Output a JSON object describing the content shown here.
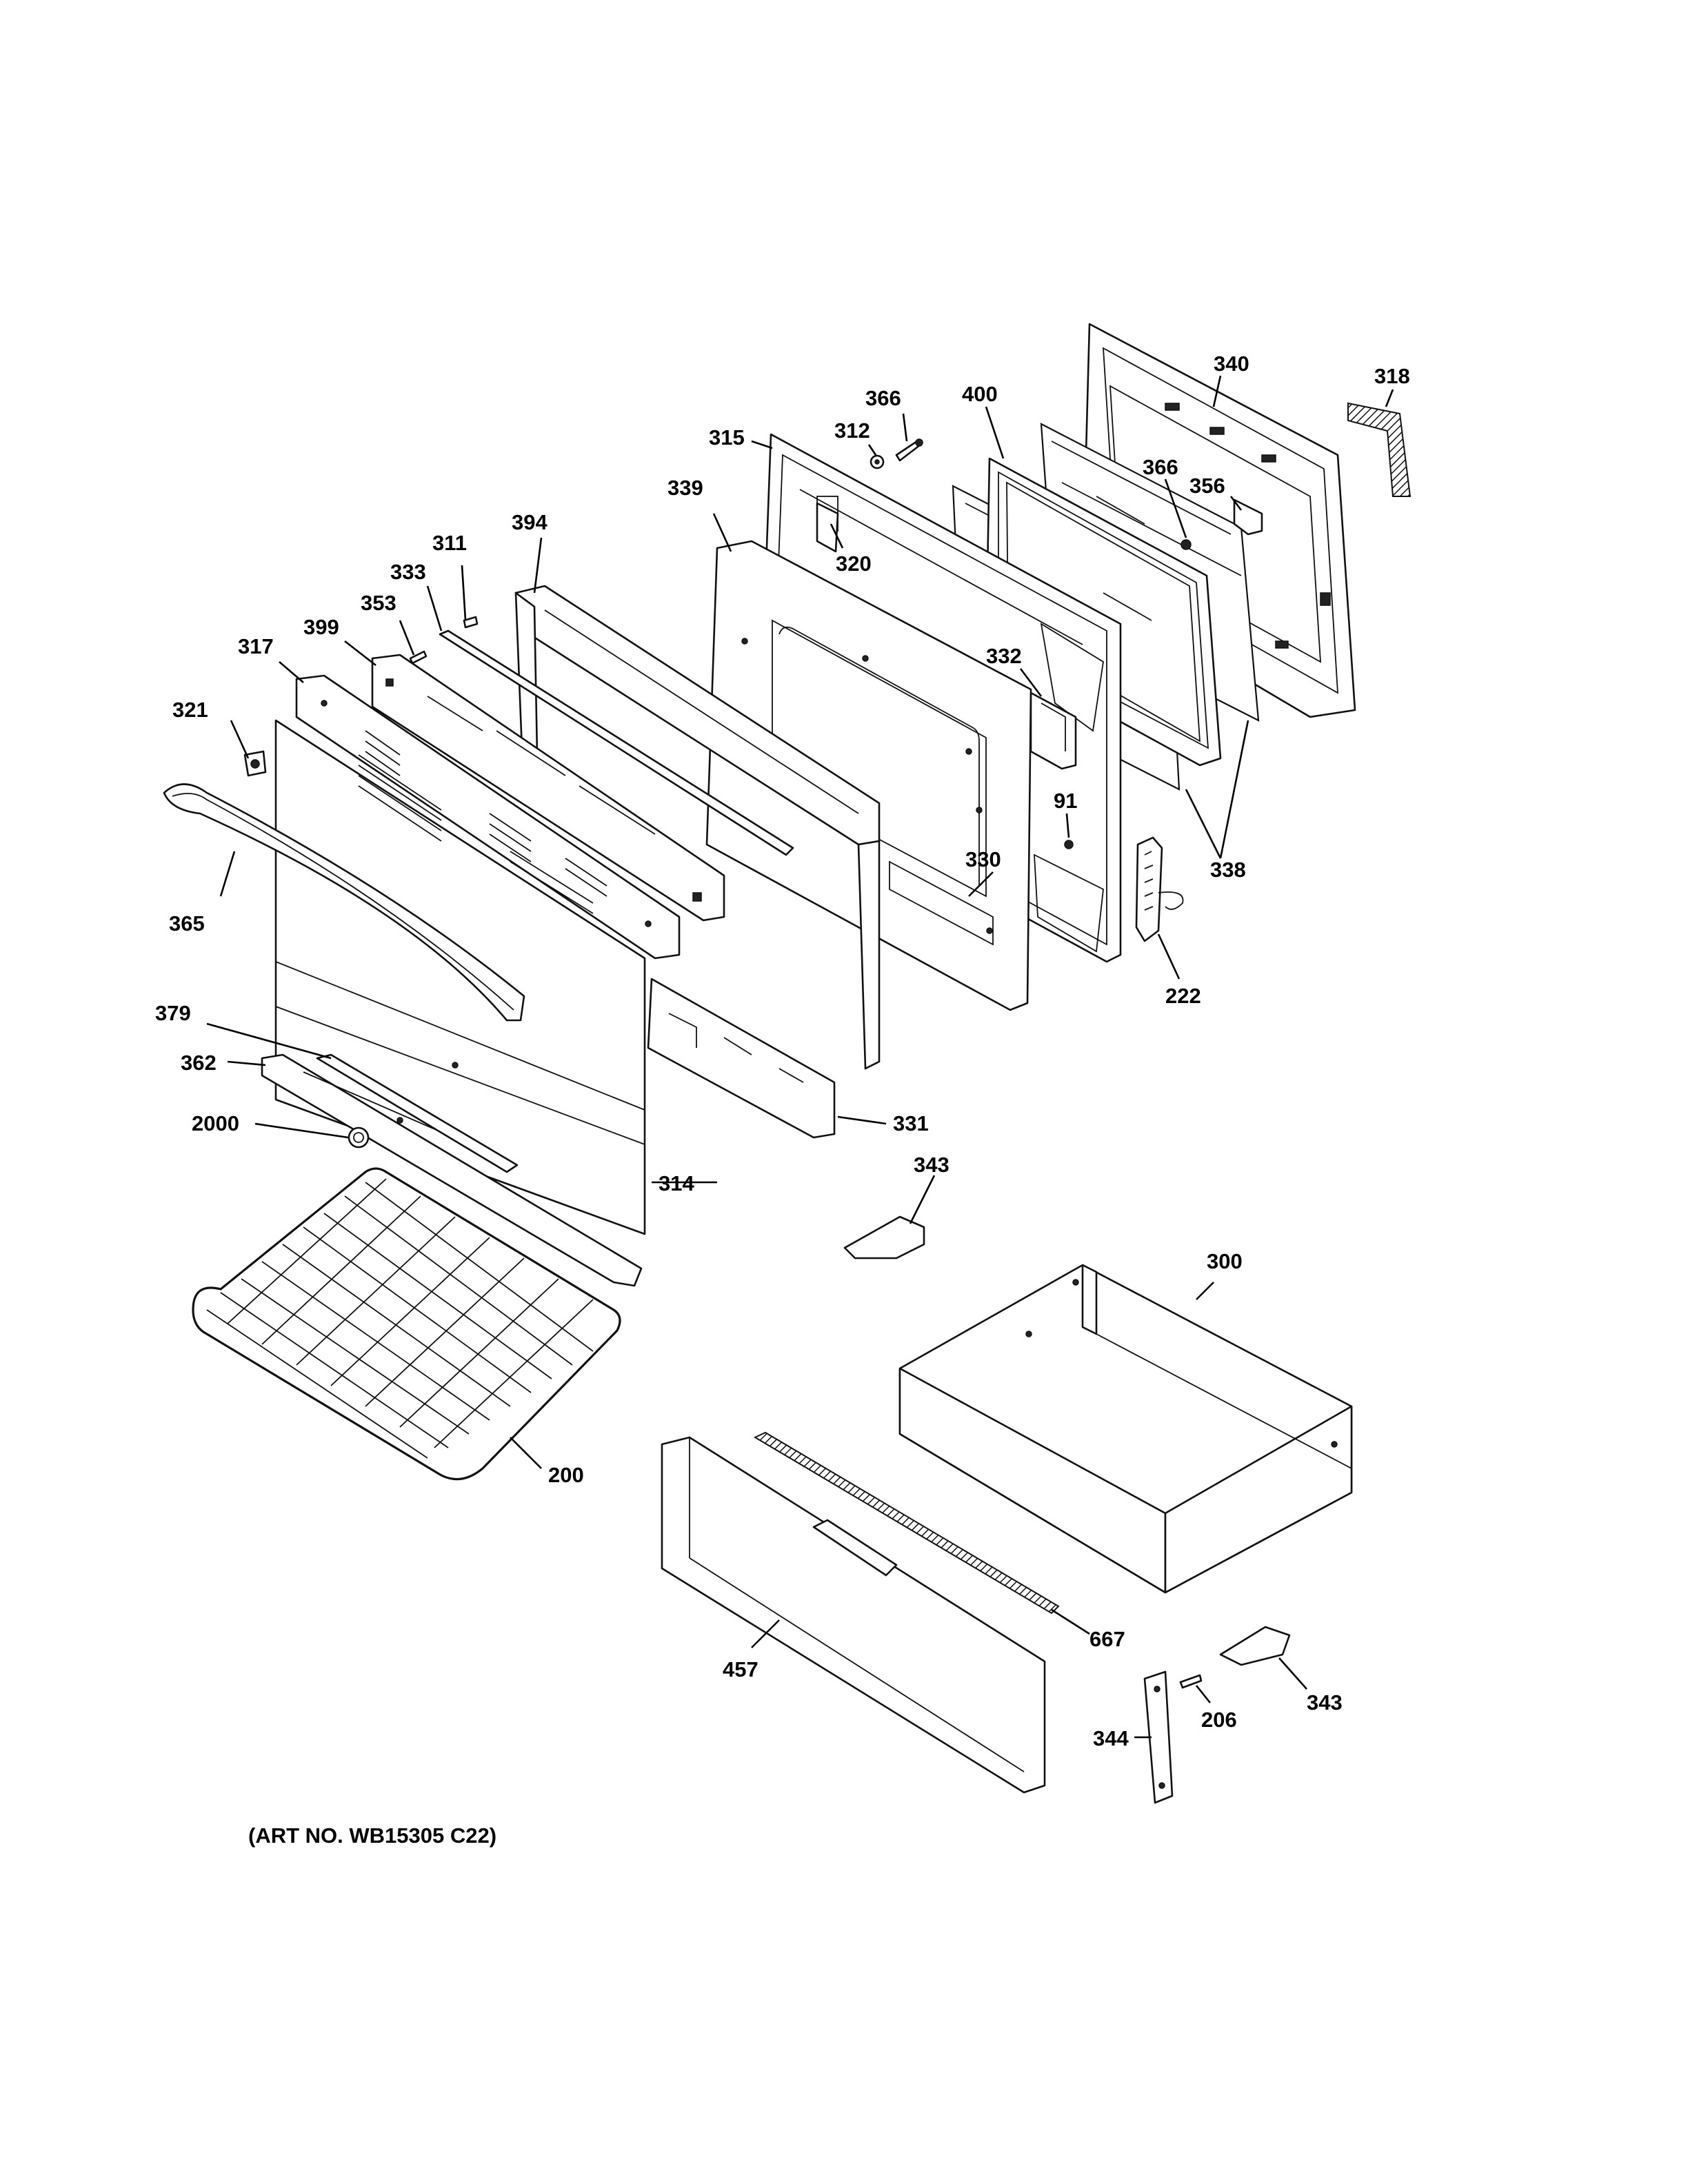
{
  "callouts": {
    "c_311": "311",
    "c_394": "394",
    "c_333": "333",
    "c_353": "353",
    "c_399": "399",
    "c_317": "317",
    "c_321": "321",
    "c_365": "365",
    "c_379": "379",
    "c_362": "362",
    "c_2000": "2000",
    "c_314": "314",
    "c_200": "200",
    "c_339": "339",
    "c_315": "315",
    "c_312": "312",
    "c_366a": "366",
    "c_320": "320",
    "c_400": "400",
    "c_340": "340",
    "c_318": "318",
    "c_366b": "366",
    "c_356": "356",
    "c_332": "332",
    "c_91": "91",
    "c_330": "330",
    "c_338": "338",
    "c_222": "222",
    "c_331": "331",
    "c_343a": "343",
    "c_300": "300",
    "c_667": "667",
    "c_457": "457",
    "c_344": "344",
    "c_206": "206",
    "c_343b": "343"
  },
  "art_note": "(ART NO. WB15305 C22)"
}
